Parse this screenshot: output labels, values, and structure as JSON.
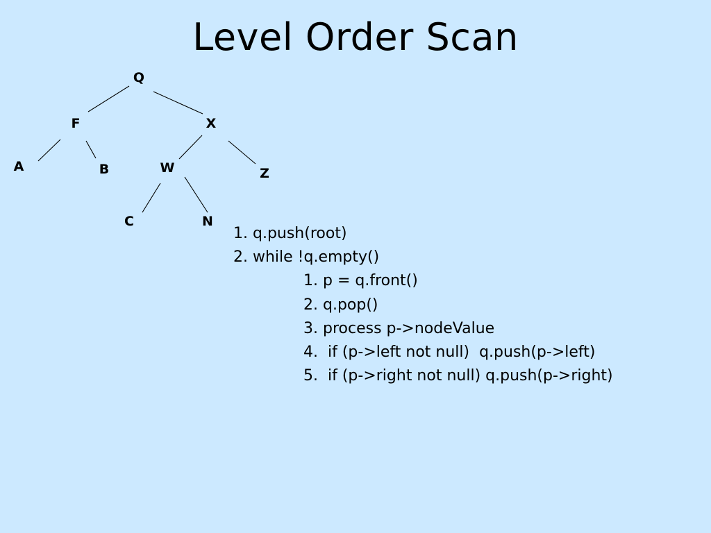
{
  "slide": {
    "title": "Level Order Scan"
  },
  "tree": {
    "nodes": {
      "Q": "Q",
      "F": "F",
      "X": "X",
      "A": "A",
      "B": "B",
      "W": "W",
      "Z": "Z",
      "C": "C",
      "N": "N"
    }
  },
  "algorithm": {
    "lines": [
      "1. q.push(root)",
      "2. while !q.empty()",
      "1. p = q.front()",
      "2. q.pop()",
      "3. process p->nodeValue",
      "4.  if (p->left not null)  q.push(p->left)",
      "5.  if (p->right not null) q.push(p->right)"
    ]
  }
}
